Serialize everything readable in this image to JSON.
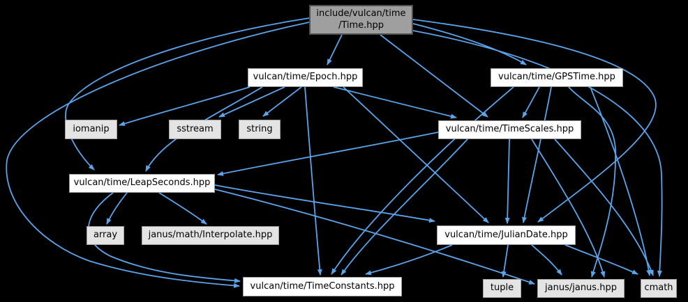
{
  "diagram": {
    "type": "include-dependency-graph",
    "background_color": "#000000",
    "edge_color": "#5aa5eb",
    "focus_node_fill": "#9f9f9f",
    "project_node_fill": "#ffffff",
    "system_node_fill": "#e4e4e4",
    "nodes": {
      "time": {
        "label": "include/vulcan/time\n/Time.hpp"
      },
      "epoch": {
        "label": "vulcan/time/Epoch.hpp"
      },
      "gpstime": {
        "label": "vulcan/time/GPSTime.hpp"
      },
      "iomanip": {
        "label": "iomanip"
      },
      "sstream": {
        "label": "sstream"
      },
      "string": {
        "label": "string"
      },
      "timescales": {
        "label": "vulcan/time/TimeScales.hpp"
      },
      "leapseconds": {
        "label": "vulcan/time/LeapSeconds.hpp"
      },
      "array": {
        "label": "array"
      },
      "interpolate": {
        "label": "janus/math/Interpolate.hpp"
      },
      "juliandate": {
        "label": "vulcan/time/JulianDate.hpp"
      },
      "timeconstants": {
        "label": "vulcan/time/TimeConstants.hpp"
      },
      "tuple": {
        "label": "tuple"
      },
      "janus": {
        "label": "janus/janus.hpp"
      },
      "cmath": {
        "label": "cmath"
      }
    },
    "edges": [
      {
        "from": "time",
        "to": "epoch"
      },
      {
        "from": "time",
        "to": "gpstime"
      },
      {
        "from": "time",
        "to": "timescales"
      },
      {
        "from": "time",
        "to": "leapseconds"
      },
      {
        "from": "time",
        "to": "timeconstants"
      },
      {
        "from": "time",
        "to": "juliandate"
      },
      {
        "from": "time",
        "to": "cmath"
      },
      {
        "from": "epoch",
        "to": "iomanip"
      },
      {
        "from": "epoch",
        "to": "sstream"
      },
      {
        "from": "epoch",
        "to": "string"
      },
      {
        "from": "epoch",
        "to": "timescales"
      },
      {
        "from": "epoch",
        "to": "leapseconds"
      },
      {
        "from": "epoch",
        "to": "juliandate"
      },
      {
        "from": "epoch",
        "to": "timeconstants"
      },
      {
        "from": "gpstime",
        "to": "timescales"
      },
      {
        "from": "gpstime",
        "to": "juliandate"
      },
      {
        "from": "gpstime",
        "to": "timeconstants"
      },
      {
        "from": "gpstime",
        "to": "janus"
      },
      {
        "from": "gpstime",
        "to": "cmath"
      },
      {
        "from": "timescales",
        "to": "leapseconds"
      },
      {
        "from": "timescales",
        "to": "juliandate"
      },
      {
        "from": "timescales",
        "to": "timeconstants"
      },
      {
        "from": "timescales",
        "to": "janus"
      },
      {
        "from": "timescales",
        "to": "cmath"
      },
      {
        "from": "leapseconds",
        "to": "array"
      },
      {
        "from": "leapseconds",
        "to": "interpolate"
      },
      {
        "from": "leapseconds",
        "to": "juliandate"
      },
      {
        "from": "leapseconds",
        "to": "timeconstants"
      },
      {
        "from": "leapseconds",
        "to": "janus"
      },
      {
        "from": "juliandate",
        "to": "timeconstants"
      },
      {
        "from": "juliandate",
        "to": "tuple"
      },
      {
        "from": "juliandate",
        "to": "janus"
      },
      {
        "from": "juliandate",
        "to": "cmath"
      }
    ]
  }
}
